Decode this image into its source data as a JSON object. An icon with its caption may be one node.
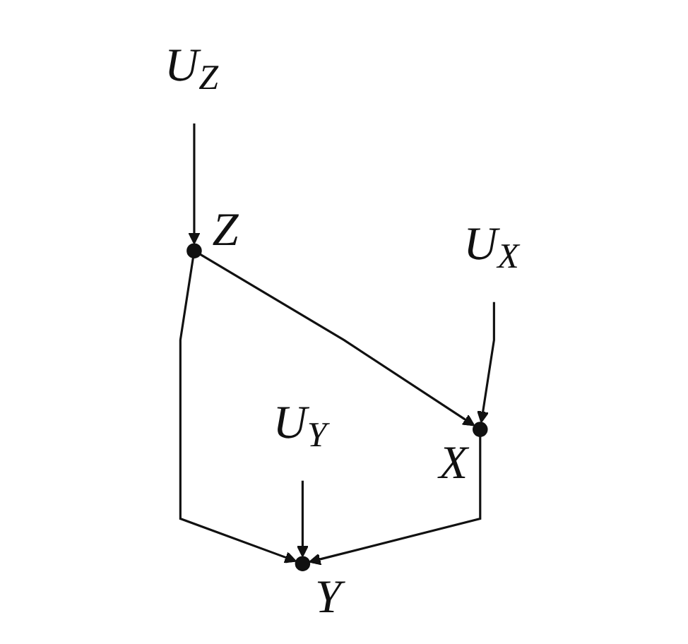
{
  "diagram": {
    "nodes": [
      {
        "text": [
          "U$_{Z}$"
        ]
      },
      {
        "text": [],
        "shape": "circle",
        "beside": [
          "Z"
        ]
      },
      {
        "text": [
          "U$_{X}$"
        ]
      },
      {
        "text": [
          "U$_{Y}$"
        ]
      },
      {
        "text": [],
        "shape": "circle",
        "beside": [
          "X"
        ]
      },
      {
        "text": [],
        "shape": "circle",
        "beside": [
          "Y"
        ]
      }
    ],
    "edges": [
      {
        "from": 0,
        "to": 1,
        "arrow": "to"
      },
      {
        "from": 1,
        "to": 4,
        "arrow": "to"
      },
      {
        "from": 1,
        "to": 5,
        "arrow": "to"
      },
      {
        "from": 2,
        "to": 4,
        "arrow": "to"
      },
      {
        "from": 3,
        "to": 5,
        "arrow": "to"
      },
      {
        "from": 4,
        "to": 5,
        "arrow": "to"
      }
    ]
  }
}
